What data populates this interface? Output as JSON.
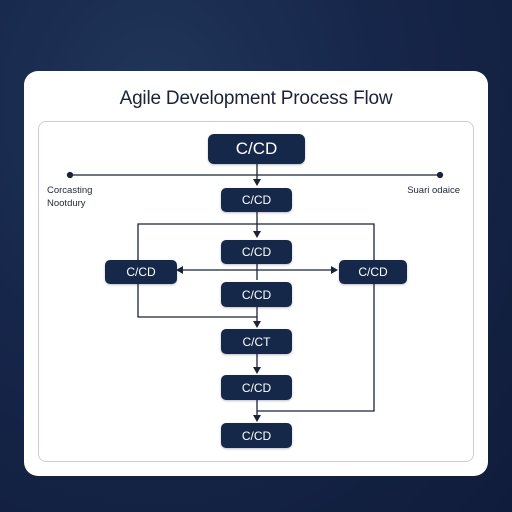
{
  "title": "Agile Development Process Flow",
  "nodes": {
    "top": "C/CD",
    "n1": "C/CD",
    "n2": "C/CD",
    "left": "C/CD",
    "right": "C/CD",
    "n3": "C/CD",
    "n4": "C/CT",
    "n5": "C/CD",
    "n6": "C/CD"
  },
  "labels": {
    "left_line1": "Corcasting",
    "left_line2": "Nootdury",
    "right": "Suari odaice"
  },
  "colors": {
    "node": "#16284a",
    "line": "#1b2338",
    "background": "#16264a"
  }
}
